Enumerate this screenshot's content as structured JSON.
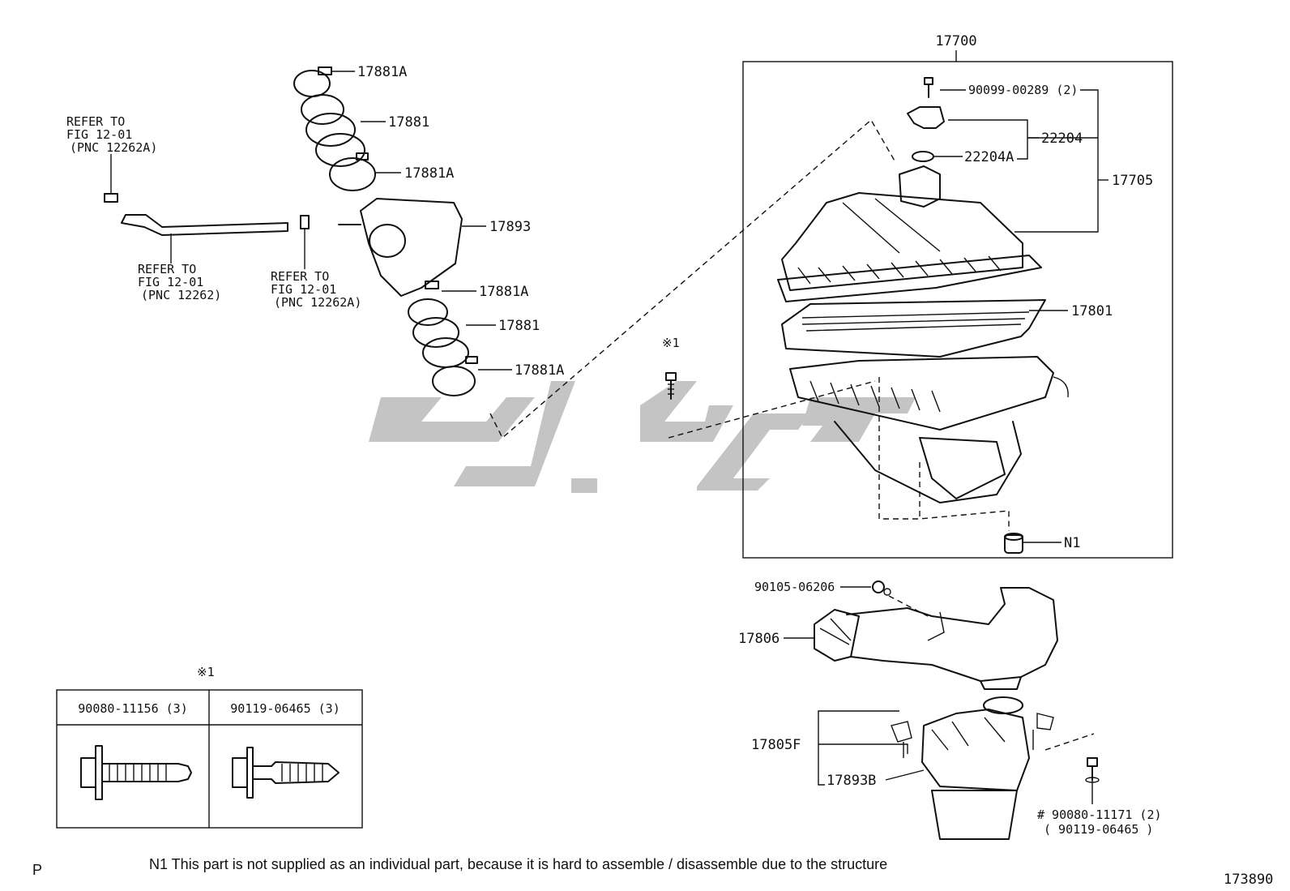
{
  "callouts": {
    "p17700": "17700",
    "p90099": "90099-00289 (2)",
    "p22204": "22204",
    "p22204a": "22204A",
    "p17705": "17705",
    "p17801": "17801",
    "pN1": "N1",
    "p17881a_1": "17881A",
    "p17881_1": "17881",
    "p17881a_2": "17881A",
    "p17893": "17893",
    "p17881a_3": "17881A",
    "p17881_2": "17881",
    "p17881a_4": "17881A",
    "p90105": "90105-06206",
    "p17806": "17806",
    "p17805f": "17805F",
    "p17893b": "17893B",
    "p90080_hash": "# 90080-11171 (2)",
    "p90119_alt": "( 90119-06465  )",
    "star1": "※1"
  },
  "refs": {
    "r1": [
      "REFER TO",
      "FIG 12-01",
      "(PNC 12262A)"
    ],
    "r2": [
      "REFER TO",
      "FIG 12-01",
      "(PNC 12262)"
    ],
    "r3": [
      "REFER TO",
      "FIG 12-01",
      "(PNC 12262A)"
    ]
  },
  "table": {
    "marker": "※1",
    "col1": "90080-11156 (3)",
    "col2": "90119-06465 (3)"
  },
  "footer": {
    "page_marker": "P",
    "note": "N1  This part is not supplied as an individual part, because it is hard to assemble / disassemble due to the structure",
    "figure_id": "173890"
  }
}
